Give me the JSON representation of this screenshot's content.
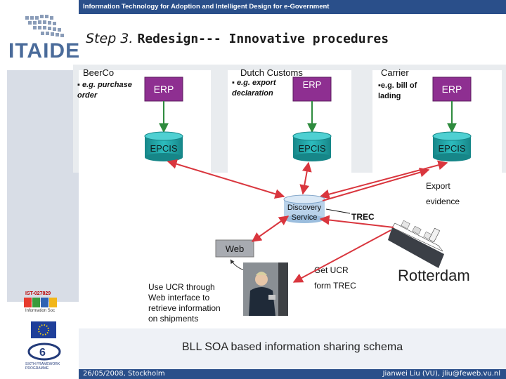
{
  "header": {
    "banner_text": "Information Technology for Adoption and Intelligent Design for e-Government",
    "logo_text": "ITAIDE",
    "colors": {
      "banner": "#2a4f8a",
      "logo": "#4a6b9a"
    }
  },
  "title": {
    "step": "Step 3.",
    "rest": "Redesign--- Innovative procedures"
  },
  "diagram": {
    "actors": [
      {
        "name": "BeerCo",
        "note_lines": [
          "▪ e.g. purchase",
          "order"
        ],
        "erp": "ERP",
        "epcis": "EPCIS"
      },
      {
        "name": "Dutch Customs",
        "note_lines": [
          "▪ e.g. export",
          "declaration"
        ],
        "erp": "ERP",
        "epcis": "EPCIS"
      },
      {
        "name": "Carrier",
        "note_lines": [
          "▪e.g. bill of",
          "lading"
        ],
        "erp": "ERP",
        "epcis": "EPCIS"
      }
    ],
    "discovery_service": [
      "Discovery",
      "Service"
    ],
    "trec": "TREC",
    "export_evidence": [
      "Export",
      "evidence"
    ],
    "web": "Web",
    "get_ucr": [
      "Get UCR",
      "form TREC"
    ],
    "use_ucr": [
      "Use UCR through",
      "Web interface to",
      "retrieve information",
      "on shipments"
    ],
    "port": "Rotterdam",
    "colors": {
      "erp": "#8e2f91",
      "epcis": "#1f9ea0",
      "arrow_red": "#d9363e",
      "arrow_green": "#2e8b3e"
    }
  },
  "caption": "BLL SOA based information sharing schema",
  "sidebar": {
    "ist_label": "IST-027829",
    "ist_sub": "Information Soc",
    "fp_label": [
      "SIXTH FRAMEWORK",
      "PROGRAMME"
    ]
  },
  "footer": {
    "left": "26/05/2008, Stockholm",
    "right": "Jianwei Liu (VU), jliu@feweb.vu.nl"
  }
}
